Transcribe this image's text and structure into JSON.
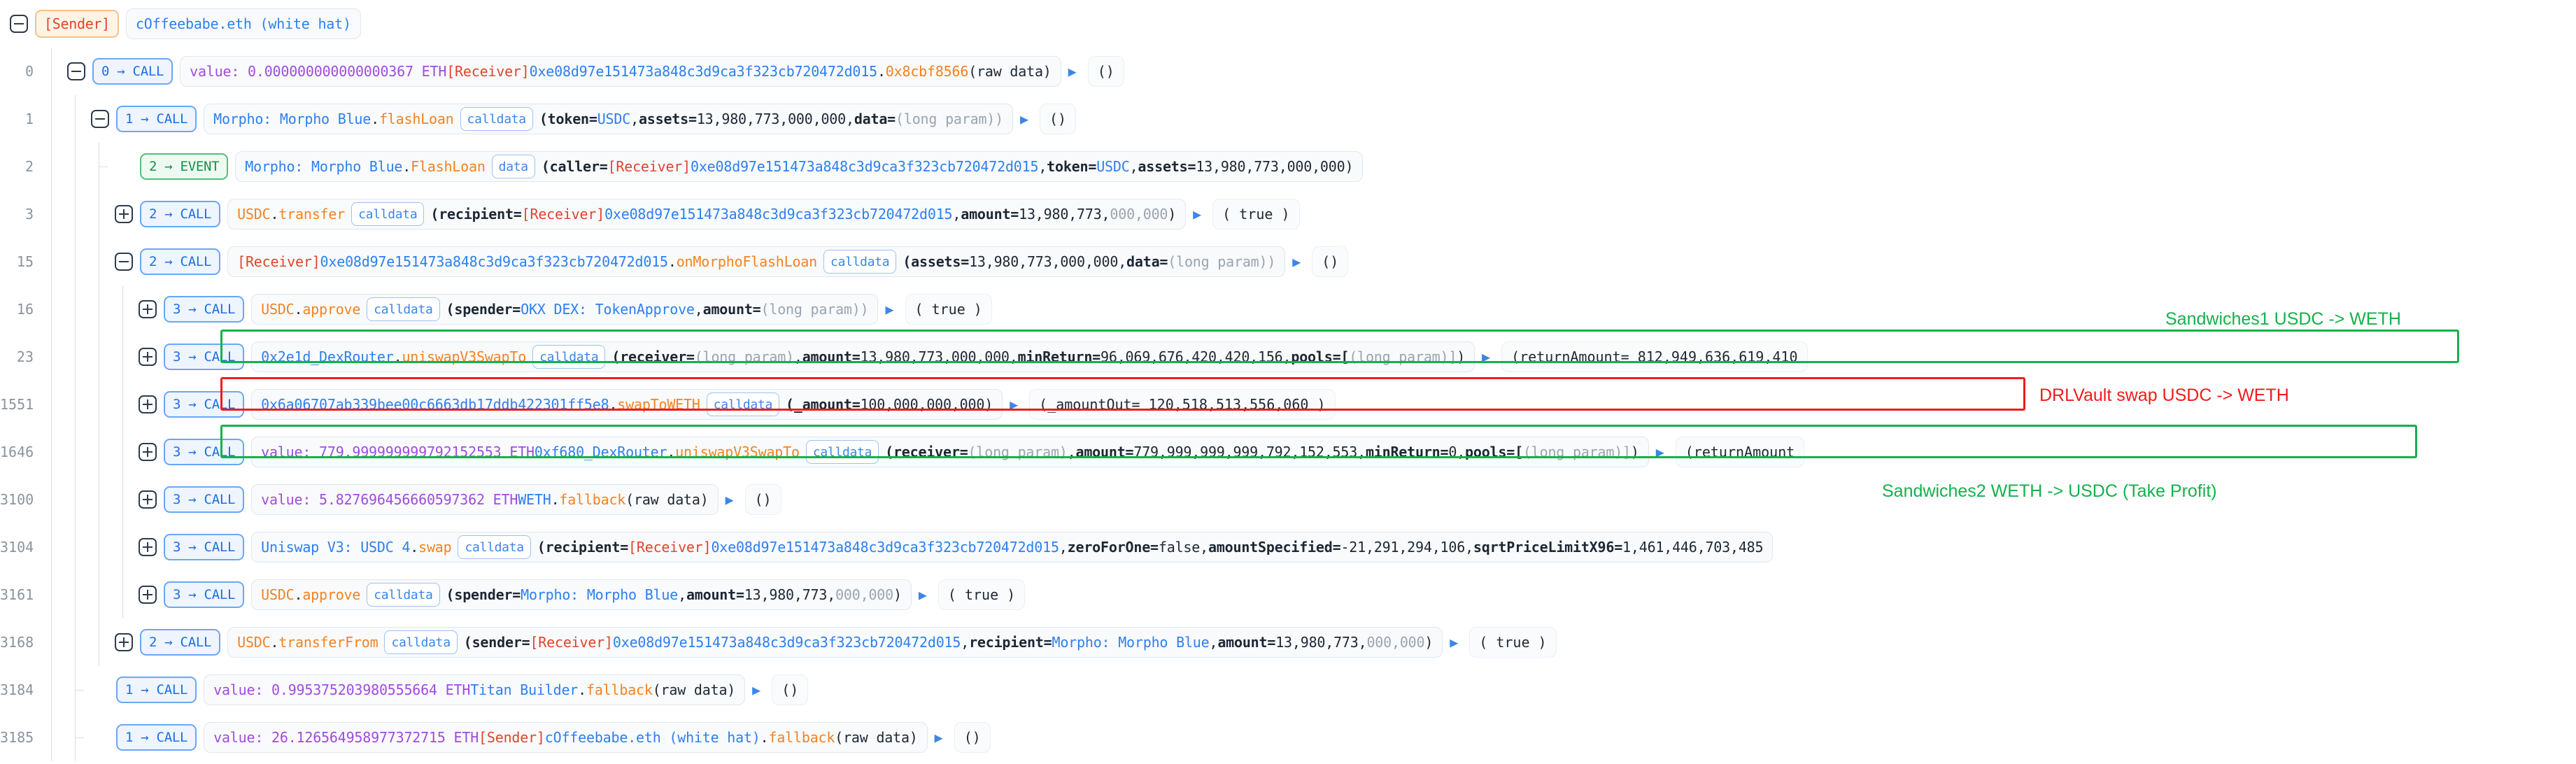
{
  "header": {
    "toggle_icon": "minus-square-icon",
    "sender_tag": "[Sender]",
    "sender_name": "cOffeebabe.eth (white hat)"
  },
  "colors": {
    "address": "#2d7ff0",
    "function": "#f5821f",
    "receiver_tag": "#e0442b",
    "eth_value": "#a24be0",
    "call_badge": "#1f6fe0",
    "event_badge": "#13924b",
    "highlight_green": "#14b14b",
    "highlight_red": "#f01b1b",
    "dim": "#9aa4b0"
  },
  "annotations": [
    {
      "id": "sandwiches1",
      "text": "Sandwiches1 USDC -> WETH",
      "color": "#14b14b"
    },
    {
      "id": "drlvault",
      "text": "DRLVault swap USDC -> WETH",
      "color": "#f01b1b"
    },
    {
      "id": "sandwiches2",
      "text": "Sandwiches2 WETH -> USDC (Take Profit)",
      "color": "#14b14b"
    }
  ],
  "rows": [
    {
      "index": "0",
      "depth": 1,
      "toggle": "minus",
      "badge": {
        "type": "call",
        "label": "0 → CALL"
      },
      "segments": [
        {
          "kind": "value",
          "text": "value: 0.000000000000000367 ETH"
        },
        {
          "kind": "receiver",
          "text": "[Receiver]"
        },
        {
          "kind": "space",
          "text": " "
        },
        {
          "kind": "address",
          "text": "0xe08d97e151473a848c3d9ca3f323cb720472d015"
        },
        {
          "kind": "dot",
          "text": " . "
        },
        {
          "kind": "hash",
          "text": "0x8cbf8566"
        },
        {
          "kind": "space",
          "text": " "
        },
        {
          "kind": "plain",
          "text": "(raw data)"
        }
      ],
      "ret": "()"
    },
    {
      "index": "1",
      "depth": 2,
      "toggle": "minus",
      "badge": {
        "type": "call",
        "label": "1 → CALL"
      },
      "segments": [
        {
          "kind": "address",
          "text": "Morpho: Morpho Blue"
        },
        {
          "kind": "dot",
          "text": " . "
        },
        {
          "kind": "fn",
          "text": "flashLoan"
        },
        {
          "kind": "tag",
          "text": "calldata"
        },
        {
          "kind": "key",
          "text": "(token="
        },
        {
          "kind": "space",
          "text": " "
        },
        {
          "kind": "address",
          "text": "USDC"
        },
        {
          "kind": "plain",
          "text": " , "
        },
        {
          "kind": "key",
          "text": "assets="
        },
        {
          "kind": "space",
          "text": " "
        },
        {
          "kind": "num",
          "text": "13,980,773,000,000"
        },
        {
          "kind": "plain",
          "text": " , "
        },
        {
          "kind": "key",
          "text": "data="
        },
        {
          "kind": "dim",
          "text": "(long param))"
        }
      ],
      "ret": "()"
    },
    {
      "index": "2",
      "depth": 3,
      "toggle": "none",
      "badge": {
        "type": "event",
        "label": "2 → EVENT"
      },
      "segments": [
        {
          "kind": "address",
          "text": "Morpho: Morpho Blue"
        },
        {
          "kind": "dot",
          "text": " . "
        },
        {
          "kind": "fn",
          "text": "FlashLoan"
        },
        {
          "kind": "tag",
          "text": "data"
        },
        {
          "kind": "key",
          "text": "(caller="
        },
        {
          "kind": "receiver",
          "text": "[Receiver]"
        },
        {
          "kind": "space",
          "text": " "
        },
        {
          "kind": "address",
          "text": "0xe08d97e151473a848c3d9ca3f323cb720472d015"
        },
        {
          "kind": "plain",
          "text": " , "
        },
        {
          "kind": "key",
          "text": "token="
        },
        {
          "kind": "space",
          "text": " "
        },
        {
          "kind": "address",
          "text": "USDC"
        },
        {
          "kind": "plain",
          "text": " , "
        },
        {
          "kind": "key",
          "text": "assets="
        },
        {
          "kind": "space",
          "text": " "
        },
        {
          "kind": "num",
          "text": "13,980,773,000,000"
        },
        {
          "kind": "plain",
          "text": " )"
        }
      ],
      "ret": null
    },
    {
      "index": "3",
      "depth": 3,
      "toggle": "plus",
      "badge": {
        "type": "call",
        "label": "2 → CALL"
      },
      "segments": [
        {
          "kind": "fnorange",
          "text": "USDC"
        },
        {
          "kind": "dot",
          "text": " . "
        },
        {
          "kind": "fn",
          "text": "transfer"
        },
        {
          "kind": "tag",
          "text": "calldata"
        },
        {
          "kind": "key",
          "text": "(recipient="
        },
        {
          "kind": "receiver",
          "text": "[Receiver]"
        },
        {
          "kind": "space",
          "text": " "
        },
        {
          "kind": "address",
          "text": "0xe08d97e151473a848c3d9ca3f323cb720472d015"
        },
        {
          "kind": "plain",
          "text": " , "
        },
        {
          "kind": "key",
          "text": "amount="
        },
        {
          "kind": "space",
          "text": " "
        },
        {
          "kind": "num",
          "text": "13,980,773,"
        },
        {
          "kind": "dim",
          "text": "000,000"
        },
        {
          "kind": "plain",
          "text": " )"
        }
      ],
      "ret": "( true )"
    },
    {
      "index": "15",
      "depth": 3,
      "toggle": "minus",
      "badge": {
        "type": "call",
        "label": "2 → CALL"
      },
      "segments": [
        {
          "kind": "receiver",
          "text": "[Receiver]"
        },
        {
          "kind": "space",
          "text": " "
        },
        {
          "kind": "address",
          "text": "0xe08d97e151473a848c3d9ca3f323cb720472d015"
        },
        {
          "kind": "dot",
          "text": " . "
        },
        {
          "kind": "fn",
          "text": "onMorphoFlashLoan"
        },
        {
          "kind": "tag",
          "text": "calldata"
        },
        {
          "kind": "key",
          "text": "(assets="
        },
        {
          "kind": "space",
          "text": " "
        },
        {
          "kind": "num",
          "text": "13,980,773,000,000"
        },
        {
          "kind": "plain",
          "text": " , "
        },
        {
          "kind": "key",
          "text": "data="
        },
        {
          "kind": "dim",
          "text": "(long param))"
        }
      ],
      "ret": "()"
    },
    {
      "index": "16",
      "depth": 4,
      "toggle": "plus",
      "badge": {
        "type": "call",
        "label": "3 → CALL"
      },
      "segments": [
        {
          "kind": "fnorange",
          "text": "USDC"
        },
        {
          "kind": "dot",
          "text": " . "
        },
        {
          "kind": "fn",
          "text": "approve"
        },
        {
          "kind": "tag",
          "text": "calldata"
        },
        {
          "kind": "key",
          "text": "(spender="
        },
        {
          "kind": "space",
          "text": " "
        },
        {
          "kind": "address",
          "text": "OKX DEX: TokenApprove"
        },
        {
          "kind": "plain",
          "text": " , "
        },
        {
          "kind": "key",
          "text": "amount="
        },
        {
          "kind": "dim",
          "text": "(long param))"
        }
      ],
      "ret": "( true )"
    },
    {
      "index": "23",
      "depth": 4,
      "toggle": "plus",
      "badge": {
        "type": "call",
        "label": "3 → CALL"
      },
      "highlight": "green",
      "segments": [
        {
          "kind": "address",
          "text": "0x2e1d_DexRouter"
        },
        {
          "kind": "dot",
          "text": " . "
        },
        {
          "kind": "fn",
          "text": "uniswapV3SwapTo"
        },
        {
          "kind": "tag",
          "text": "calldata"
        },
        {
          "kind": "key",
          "text": "(receiver="
        },
        {
          "kind": "dim",
          "text": "(long param)"
        },
        {
          "kind": "plain",
          "text": ", "
        },
        {
          "kind": "key",
          "text": "amount="
        },
        {
          "kind": "space",
          "text": " "
        },
        {
          "kind": "num",
          "text": "13,980,773,000,000"
        },
        {
          "kind": "plain",
          "text": " , "
        },
        {
          "kind": "key",
          "text": "minReturn="
        },
        {
          "kind": "space",
          "text": " "
        },
        {
          "kind": "num",
          "text": "96,069,676,420,420,156"
        },
        {
          "kind": "plain",
          "text": " , "
        },
        {
          "kind": "key",
          "text": "pools=["
        },
        {
          "kind": "dim",
          "text": "(long param)]"
        },
        {
          "kind": "plain",
          "text": ")"
        }
      ],
      "ret": "(returnAmount= 812,949,636,619,410"
    },
    {
      "index": "1551",
      "depth": 4,
      "toggle": "plus",
      "badge": {
        "type": "call",
        "label": "3 → CALL"
      },
      "highlight": "red",
      "segments": [
        {
          "kind": "address",
          "text": "0x6a06707ab339bee00c6663db17ddb422301ff5e8"
        },
        {
          "kind": "dot",
          "text": " . "
        },
        {
          "kind": "fn",
          "text": "swapToWETH"
        },
        {
          "kind": "tag",
          "text": "calldata"
        },
        {
          "kind": "key",
          "text": "(_amount="
        },
        {
          "kind": "space",
          "text": " "
        },
        {
          "kind": "num",
          "text": "100,000,000,000"
        },
        {
          "kind": "plain",
          "text": " )"
        }
      ],
      "ret": "(_amountOut= 120,518,513,556,060 )"
    },
    {
      "index": "1646",
      "depth": 4,
      "toggle": "plus",
      "badge": {
        "type": "call",
        "label": "3 → CALL"
      },
      "highlight": "green",
      "segments": [
        {
          "kind": "value",
          "text": "value: 779.999999999792152553 ETH"
        },
        {
          "kind": "space",
          "text": " "
        },
        {
          "kind": "address",
          "text": "0xf680_DexRouter"
        },
        {
          "kind": "dot",
          "text": " . "
        },
        {
          "kind": "fn",
          "text": "uniswapV3SwapTo"
        },
        {
          "kind": "tag",
          "text": "calldata"
        },
        {
          "kind": "key",
          "text": "(receiver="
        },
        {
          "kind": "dim",
          "text": "(long param)"
        },
        {
          "kind": "plain",
          "text": ", "
        },
        {
          "kind": "key",
          "text": "amount="
        },
        {
          "kind": "space",
          "text": " "
        },
        {
          "kind": "num",
          "text": "779,999,999,999,792,152,553"
        },
        {
          "kind": "plain",
          "text": " , "
        },
        {
          "kind": "key",
          "text": "minReturn="
        },
        {
          "kind": "space",
          "text": " "
        },
        {
          "kind": "num",
          "text": "0"
        },
        {
          "kind": "plain",
          "text": " , "
        },
        {
          "kind": "key",
          "text": "pools=["
        },
        {
          "kind": "dim",
          "text": "(long param)]"
        },
        {
          "kind": "plain",
          "text": ")"
        }
      ],
      "ret": "(returnAmount"
    },
    {
      "index": "3100",
      "depth": 4,
      "toggle": "plus",
      "badge": {
        "type": "call",
        "label": "3 → CALL"
      },
      "segments": [
        {
          "kind": "value",
          "text": "value: 5.827696456660597362 ETH"
        },
        {
          "kind": "space",
          "text": " "
        },
        {
          "kind": "address",
          "text": "WETH"
        },
        {
          "kind": "dot",
          "text": " . "
        },
        {
          "kind": "fn",
          "text": "fallback"
        },
        {
          "kind": "space",
          "text": " "
        },
        {
          "kind": "plain",
          "text": "(raw data)"
        }
      ],
      "ret": "()"
    },
    {
      "index": "3104",
      "depth": 4,
      "toggle": "plus",
      "badge": {
        "type": "call",
        "label": "3 → CALL"
      },
      "segments": [
        {
          "kind": "address",
          "text": "Uniswap V3: USDC 4"
        },
        {
          "kind": "dot",
          "text": " . "
        },
        {
          "kind": "fn",
          "text": "swap"
        },
        {
          "kind": "tag",
          "text": "calldata"
        },
        {
          "kind": "key",
          "text": "(recipient="
        },
        {
          "kind": "receiver",
          "text": "[Receiver]"
        },
        {
          "kind": "space",
          "text": " "
        },
        {
          "kind": "address",
          "text": "0xe08d97e151473a848c3d9ca3f323cb720472d015"
        },
        {
          "kind": "plain",
          "text": " , "
        },
        {
          "kind": "key",
          "text": "zeroForOne="
        },
        {
          "kind": "space",
          "text": " "
        },
        {
          "kind": "num",
          "text": "false"
        },
        {
          "kind": "plain",
          "text": " , "
        },
        {
          "kind": "key",
          "text": "amountSpecified="
        },
        {
          "kind": "space",
          "text": " "
        },
        {
          "kind": "num",
          "text": "-21,291,294,106"
        },
        {
          "kind": "plain",
          "text": " , "
        },
        {
          "kind": "key",
          "text": "sqrtPriceLimitX96="
        },
        {
          "kind": "space",
          "text": " "
        },
        {
          "kind": "num",
          "text": "1,461,446,703,485"
        }
      ],
      "ret": null
    },
    {
      "index": "3161",
      "depth": 4,
      "toggle": "plus",
      "badge": {
        "type": "call",
        "label": "3 → CALL"
      },
      "segments": [
        {
          "kind": "fnorange",
          "text": "USDC"
        },
        {
          "kind": "dot",
          "text": " . "
        },
        {
          "kind": "fn",
          "text": "approve"
        },
        {
          "kind": "tag",
          "text": "calldata"
        },
        {
          "kind": "key",
          "text": "(spender="
        },
        {
          "kind": "space",
          "text": " "
        },
        {
          "kind": "address",
          "text": "Morpho: Morpho Blue"
        },
        {
          "kind": "plain",
          "text": " , "
        },
        {
          "kind": "key",
          "text": "amount="
        },
        {
          "kind": "space",
          "text": " "
        },
        {
          "kind": "num",
          "text": "13,980,773,"
        },
        {
          "kind": "dim",
          "text": "000,000"
        },
        {
          "kind": "plain",
          "text": " )"
        }
      ],
      "ret": "( true )"
    },
    {
      "index": "3168",
      "depth": 3,
      "toggle": "plus",
      "badge": {
        "type": "call",
        "label": "2 → CALL"
      },
      "segments": [
        {
          "kind": "fnorange",
          "text": "USDC"
        },
        {
          "kind": "dot",
          "text": " . "
        },
        {
          "kind": "fn",
          "text": "transferFrom"
        },
        {
          "kind": "tag",
          "text": "calldata"
        },
        {
          "kind": "key",
          "text": "(sender="
        },
        {
          "kind": "receiver",
          "text": "[Receiver]"
        },
        {
          "kind": "space",
          "text": " "
        },
        {
          "kind": "address",
          "text": "0xe08d97e151473a848c3d9ca3f323cb720472d015"
        },
        {
          "kind": "plain",
          "text": " , "
        },
        {
          "kind": "key",
          "text": "recipient="
        },
        {
          "kind": "space",
          "text": " "
        },
        {
          "kind": "address",
          "text": "Morpho: Morpho Blue"
        },
        {
          "kind": "plain",
          "text": " , "
        },
        {
          "kind": "key",
          "text": "amount="
        },
        {
          "kind": "space",
          "text": " "
        },
        {
          "kind": "num",
          "text": "13,980,773,"
        },
        {
          "kind": "dim",
          "text": "000,000"
        },
        {
          "kind": "plain",
          "text": " )"
        }
      ],
      "ret": "( true )"
    },
    {
      "index": "3184",
      "depth": 2,
      "toggle": "none",
      "badge": {
        "type": "call",
        "label": "1 → CALL"
      },
      "segments": [
        {
          "kind": "value",
          "text": "value: 0.995375203980555664 ETH"
        },
        {
          "kind": "space",
          "text": " "
        },
        {
          "kind": "address",
          "text": "Titan Builder"
        },
        {
          "kind": "dot",
          "text": " . "
        },
        {
          "kind": "fn",
          "text": "fallback"
        },
        {
          "kind": "space",
          "text": " "
        },
        {
          "kind": "plain",
          "text": "(raw data)"
        }
      ],
      "ret": "()"
    },
    {
      "index": "3185",
      "depth": 2,
      "toggle": "none",
      "badge": {
        "type": "call",
        "label": "1 → CALL"
      },
      "segments": [
        {
          "kind": "value",
          "text": "value: 26.126564958977372715 ETH"
        },
        {
          "kind": "sender",
          "text": "[Sender]"
        },
        {
          "kind": "space",
          "text": " "
        },
        {
          "kind": "address",
          "text": "cOffeebabe.eth (white hat)"
        },
        {
          "kind": "dot",
          "text": " . "
        },
        {
          "kind": "fn",
          "text": "fallback"
        },
        {
          "kind": "space",
          "text": " "
        },
        {
          "kind": "plain",
          "text": "(raw data)"
        }
      ],
      "ret": "()"
    }
  ]
}
